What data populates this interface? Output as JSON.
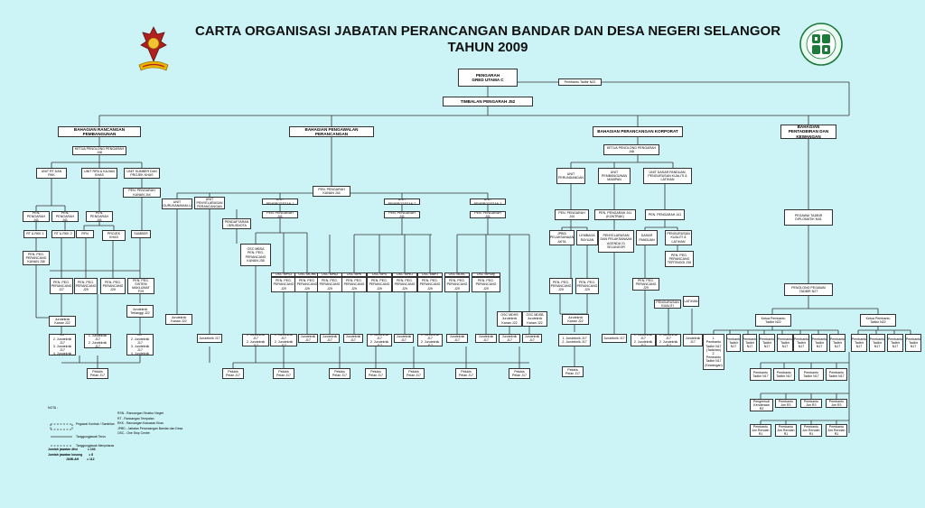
{
  "header": {
    "title_line1": "CARTA ORGANISASI JABATAN PERANCANGAN BANDAR DAN DESA NEGERI SELANGOR",
    "title_line2": "TAHUN 2009"
  },
  "colors": {
    "background": "#ccf4f6",
    "box_fill": "#ffffff",
    "lines": "#333333"
  },
  "icons": [
    "selangor-crest-icon",
    "jpbd-logo-icon"
  ],
  "top": {
    "pengarah": "PENGARAH\nGRED UTAMA C",
    "pembantu_tadbir": "Pembantu Tadbir N22",
    "timbalan": "TIMBALAN PENGARAH J52"
  },
  "divisions": {
    "pembangunan": "BAHAGIAN RANCANGAN PEMBANGUNAN",
    "pengawalan": "BAHAGIAN PENGAWALAN PERANCANGAN",
    "korporat": "BAHAGIAN PERANCANGAN KORPORAT",
    "pentadbiran": "BAHAGIAN PENTADBIRAN DAN KEWANGAN"
  },
  "ketua_rp": "KETUA PENOLONG PENGARAH J48",
  "ketua_korp": "KETUA PENOLONG PENGARAH J48",
  "units_rp": [
    "UNIT RT DAN RKK",
    "UNIT RFN & KAJIAN KHAS",
    "UNIT SUMBER DAN PROJEK KHAS"
  ],
  "ppk_rp": "PEN. PENGARAH KANAN J44",
  "pp_rp": [
    "PEN. PENGARAH J41",
    "PEN. PENGARAH J41",
    "PEN. PENGARAH J41"
  ],
  "sub_rp": [
    "RT & RKK 1",
    "RT & RKK 2",
    "RFN",
    "PROJEK KHAS",
    "SUMBER"
  ],
  "ppkanan_rp": "PEN. PEG. PERANCANG KANAN J38",
  "ppp_rp": [
    "PEN. PEG. PERANCANG J27",
    "PEN. PEG. PERANCANG J29",
    "PEN. PEG. PERANCANG J29",
    "PEN. PEG. SISTEM MAKLUMAT F29"
  ],
  "jurutek_rp": [
    "Jurutekník Kanan J22",
    "Jurutekník Terlanggi J22"
  ],
  "jt_rp": [
    "1. Juruteknik J17\n2. Juruteknik J17\n3. Juruteknik J17\n4. Juruteknik J17",
    "1. Juruteknik J17\n2. Juruteknik J17",
    "1. Juruteknik J17\n2. Juruteknik J17\n3. Juruteknik J17\n4. Juruteknik J17"
  ],
  "pelukis_rp": "Pelukis Pelan J17",
  "pengawalan": {
    "ppk": "PEN. PENGARAH KANAN J44",
    "unit_pengurusan": "UNIT PENGURUSAN/MAKLUMAT",
    "unit_penyelarasan": "UNIT PENYELARASAN PERANCANGAN",
    "unit_p1": "UNIT PEMPROSESAN 1",
    "unit_p2": "UNIT PEMPROSESAN 2",
    "unit_p3": "UNIT PEMPROSESAN 3",
    "pp": "PEN. PENGARAH J41",
    "pendaftaran": "PENDAFTARAN / BRUSNOTA",
    "osc_mbsa": "OSC MBSA\nPEN. PEG. PERANCANG KANAN J38",
    "osc_boxes": [
      "OSC MPSJ",
      "OSC MCHB",
      "OSC MPAJ",
      "OSC MPK",
      "OSC MPS",
      "OSC MPKJ",
      "OSC MBPJ",
      "OSC MDKL",
      "OSC MPSep"
    ],
    "ppp": "PEN. PEG. PERANCANG J29",
    "osc_low": [
      "OSC MDHS\nJurutekník Kanan J22",
      "OSC MDSB\nJurutekník Kanan J22"
    ],
    "jurutek_kanan": "Jurutekník Kanan J22",
    "jt": "1. Juruteknik J17\n2. Juruteknik J17",
    "jt1": "Juruteknik J17",
    "pelukis": "Pelukis Pelan J17"
  },
  "korporat": {
    "units": [
      "UNIT PERUNDANGAN",
      "UNIT PEMBANGUNAN MAMPAN",
      "UNIT DASAR PANDUAN, PENGURUSAN KUALITI & LATIHAN"
    ],
    "pp": [
      "PEN. PENGARAH J44",
      "PEN. PENGARAH J41 (KONTRAK)",
      "PEN. PENGARAH J41"
    ],
    "sub": [
      "JPBD/ PELAKSANAAN AKTA",
      "LEMBAGA RAYUAN",
      "PENYELARASAN DAN PELAKSANAAN AGENDA 21 SELANGOR",
      "DASAR PANDUAN",
      "PENGURUSAN KUALITI & LATIHAN"
    ],
    "pppk": "PEN. PEG. PERANCANG TERTINGGI J35",
    "ppp": [
      "PEN. PEG. PERANCANG J29",
      "PEN. PEG. PERANCANG J29",
      "PEN. PEG. PERANCANG J29"
    ],
    "pengurusan": "PENGURUSAN KUALITI",
    "latihan": "LATIHAN",
    "jurutek": "Jurutekník Kanan J22",
    "jt": [
      "1. Juruteknik J17\n2. Juruteknik J17",
      "Juruteknik J17",
      "1. Juruteknik J17\n2. Juruteknik J17",
      "1. Juruteknik J17\n2. Juruteknik J17",
      "Juruteknik J17"
    ],
    "pelukis": "Pelukis Pelan J17"
  },
  "pentadbiran": {
    "ptp": "PEGAWAI TADBIR DIPLOMATIK M41",
    "pt": "PENOLONG PEGAWAI TADBIR N27",
    "ketua1": "Ketua Pembantu Tadbir N22",
    "ketua2": "Ketua Pembantu Tadbir N22",
    "pembantu": [
      "1. Pembantu Tadbir N17 (Tadbiran)\n2. Pembantu Tadbir N17 (Kewangan)",
      "Pembantu Tadbir N17",
      "Pembantu Tadbir N17",
      "Pembantu Tadbir N17",
      "Pembantu Tadbir N17",
      "Pembantu Tadbir N17",
      "Pembantu Tadbir N17",
      "Pembantu Tadbir N17",
      "Pembantu Tadbir N17",
      "Pembantu Tadbir N17"
    ],
    "row2": [
      "Pembantu Tadbir N17",
      "Pembantu Tadbir N17",
      "Pembantu Tadbir N17",
      "Pembantu Tadbir N17"
    ],
    "row3": [
      "Pengemudi Kenderaan R3",
      "Pembantu Am R3",
      "Pembantu Am R3",
      "Pembantu Am R3"
    ],
    "row4": [
      "Pembantu Am Rendah R1",
      "Pembantu Am Rendah R1",
      "Pembantu Am Rendah R1",
      "Pembantu Am Rendah R1"
    ]
  },
  "notes": {
    "nota": "NOTA :",
    "legend": [
      "Pegawai Kontrak / Sambilan",
      "Tanggungjawab Terus",
      "Tanggungjawab Menyelaras"
    ],
    "abbr": [
      "RSN - Rancangan Struktur Negeri",
      "RT - Rancangan Tempatan",
      "RKK - Rancangan Kawasan Khas",
      "JPBD - Jabatan Perancangan Bandar dan Desa",
      "OSC - One Stop Centre"
    ],
    "jumlah": [
      "Jumlah jawatan diisi",
      "=",
      "104",
      "Jumlah jawatan kosong",
      "=",
      "8",
      "JUMLAH",
      "=",
      "112"
    ]
  }
}
